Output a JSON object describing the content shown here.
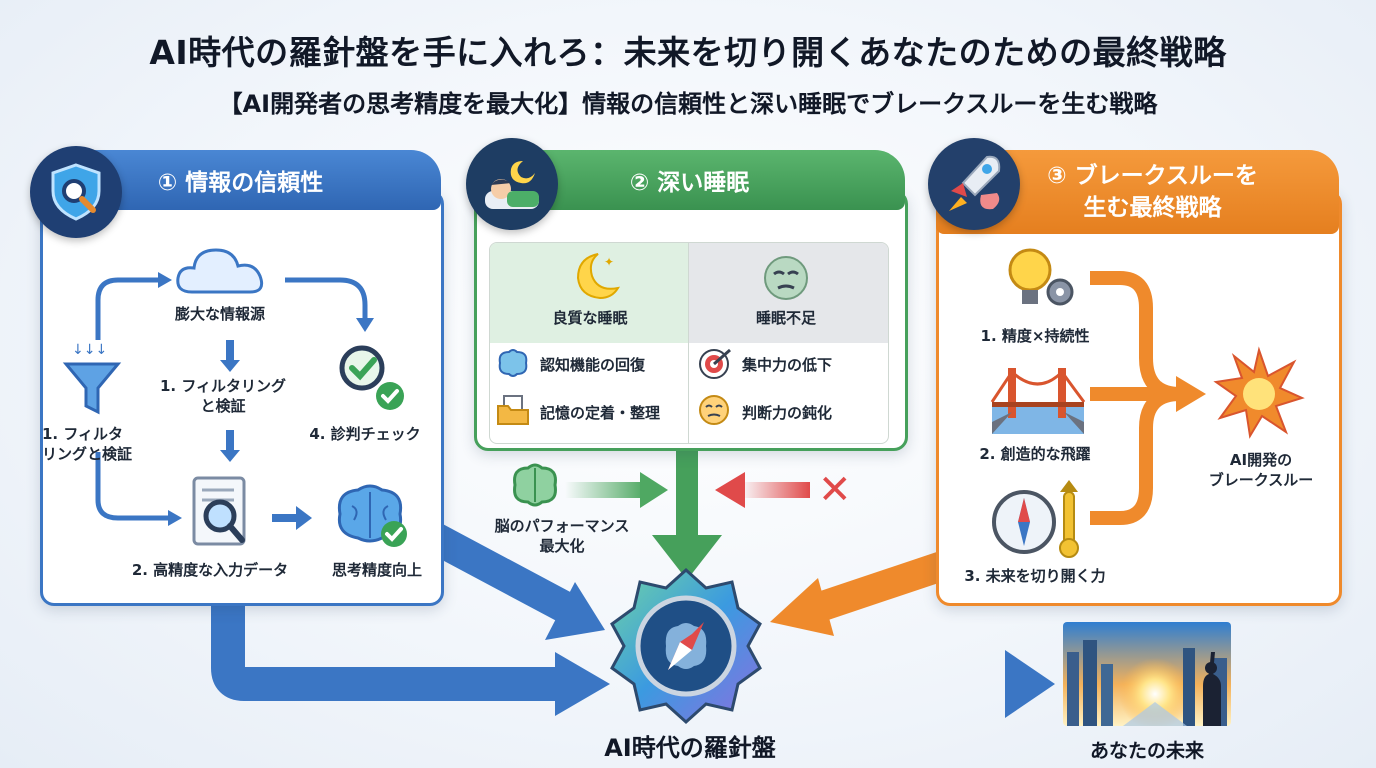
{
  "title": "AI時代の羅針盤を手に入れろ：未来を切り開くあなたのための最終戦略",
  "subtitle": "【AI開発者の思考精度を最大化】情報の信頼性と深い睡眠でブレークスルーを生む戦略",
  "panel1": {
    "header": "① 情報の信頼性",
    "source": "膨大な情報源",
    "filter_center": "1. フィルタリング\nと検証",
    "filter_left": "1. フィルタ\nリングと検証",
    "check": "4. 診判チェック",
    "data": "2. 高精度な入力データ",
    "thinking": "思考精度向上"
  },
  "panel2": {
    "header": "② 深い睡眠",
    "good": "良質な睡眠",
    "bad": "睡眠不足",
    "good_items": [
      "認知機能の回復",
      "記憶の定着・整理"
    ],
    "bad_items": [
      "集中力の低下",
      "判断力の鈍化"
    ],
    "brain_perf": "脳のパフォーマンス\n最大化"
  },
  "panel3": {
    "header": "③ ブレークスルーを\n生む最終戦略",
    "items": [
      "1. 精度×持続性",
      "2. 創造的な飛躍",
      "3. 未来を切り開く力"
    ],
    "result": "AI開発の\nブレークスルー"
  },
  "center_label": "AI時代の羅針盤",
  "future_label": "あなたの未来",
  "colors": {
    "blue": "#3b76c4",
    "green": "#46a05b",
    "orange": "#ef8a2c",
    "red": "#e04a4a"
  }
}
